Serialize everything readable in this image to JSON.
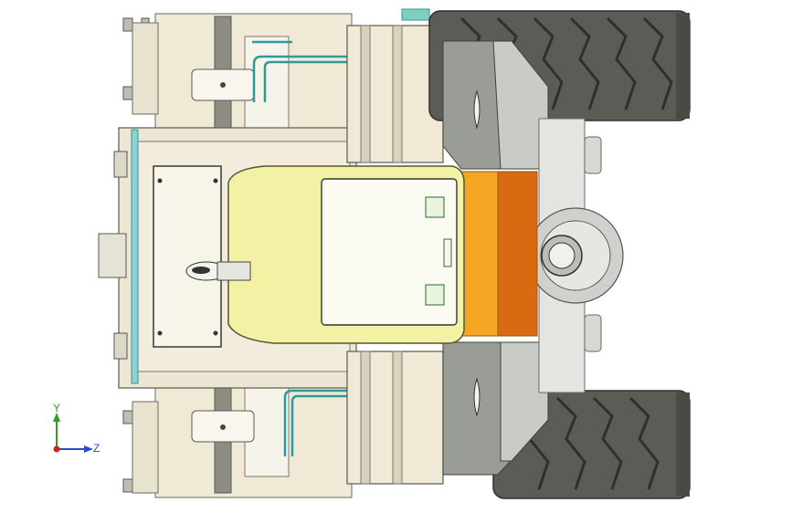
{
  "viewport": {
    "view": "cad-3d-model",
    "background": "#ffffff",
    "axes": {
      "y": "Y",
      "z": "Z"
    }
  },
  "colors": {
    "cream": "#efe9d6",
    "cream_dark": "#d8cfb0",
    "yellow": "#f1ef9a",
    "orange_light": "#f5a623",
    "orange_dark": "#d86a12",
    "teal": "#2f9a9a",
    "tire": "#5a5c55",
    "tire_dark": "#2f302c",
    "metal": "#c9cbc7",
    "metal_dark": "#8f918d",
    "axis_y": "#2aa02a",
    "axis_z": "#2a4ad0",
    "axis_origin": "#d02020"
  }
}
